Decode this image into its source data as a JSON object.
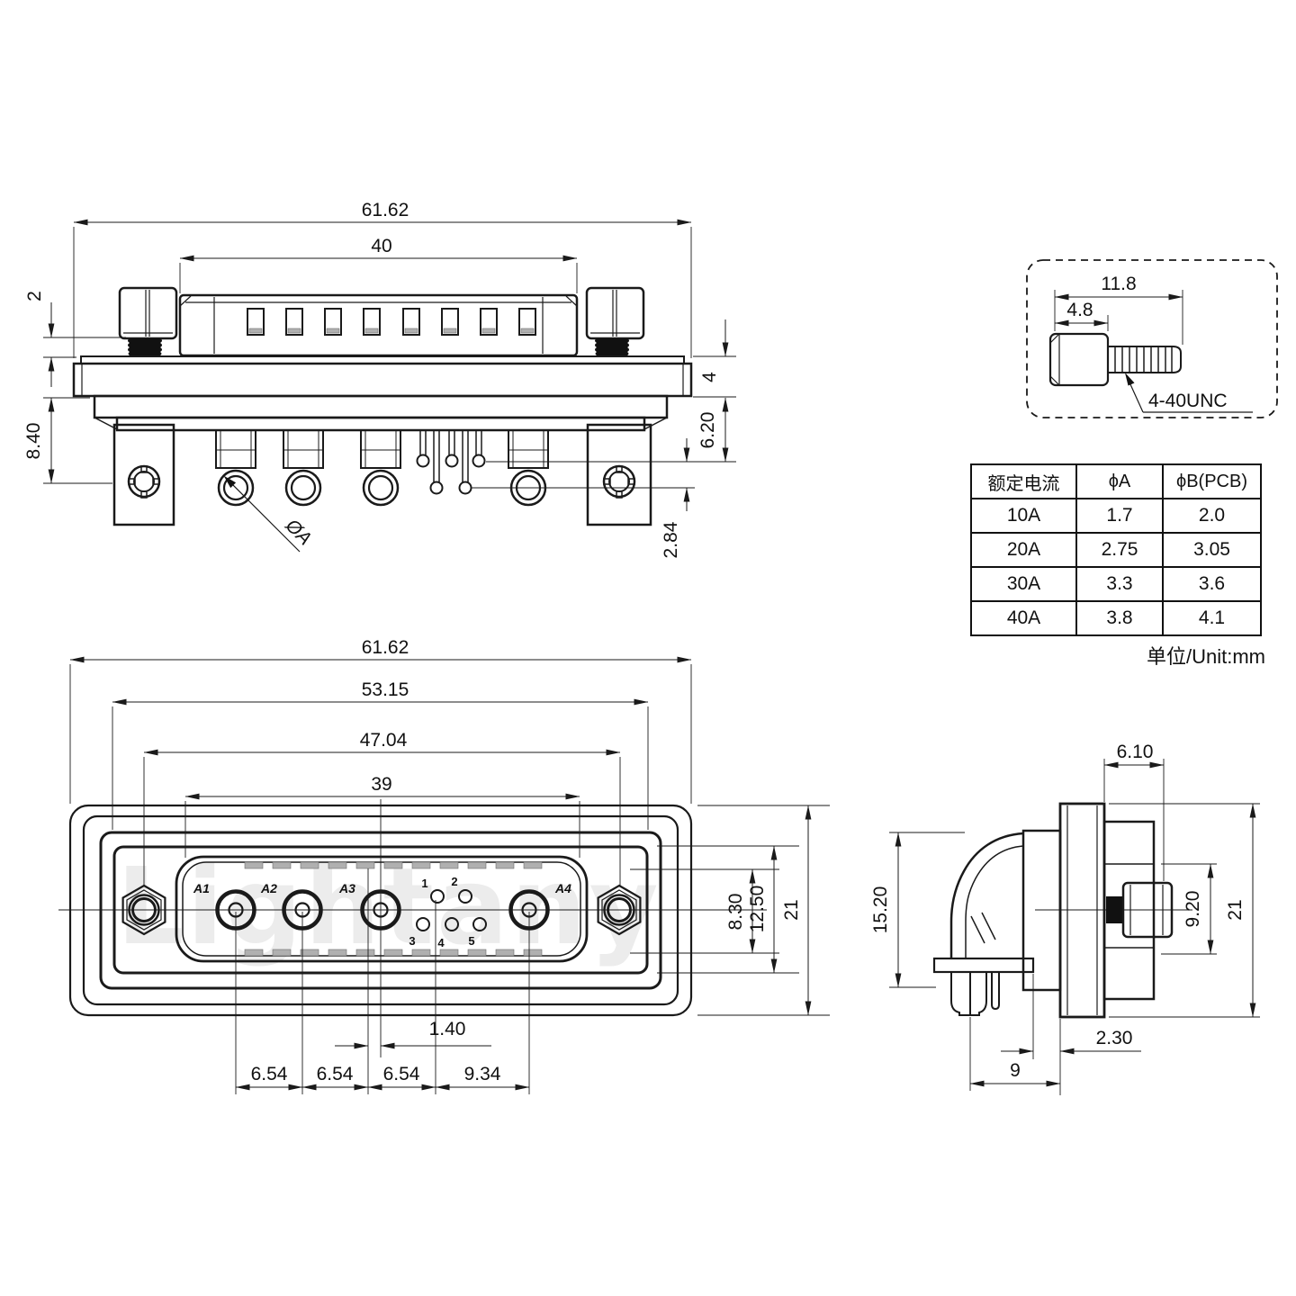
{
  "watermark": "Lightany",
  "unit_note": "单位/Unit:mm",
  "top_view": {
    "dims": {
      "overall_width": "61.62",
      "body_width": "40",
      "screw_standoff": "2",
      "bracket_depth": "8.40",
      "flange_thickness": "4",
      "tail_length": "6.20",
      "pin_row_offset": "2.84",
      "contact_diameter_label": "ØA"
    }
  },
  "screw_detail": {
    "dims": {
      "total_length": "11.8",
      "head_length": "4.8"
    },
    "thread_label": "4-40UNC"
  },
  "spec_table": {
    "headers": [
      "额定电流",
      "ϕA",
      "ϕB(PCB)"
    ],
    "rows": [
      [
        "10A",
        "1.7",
        "2.0"
      ],
      [
        "20A",
        "2.75",
        "3.05"
      ],
      [
        "30A",
        "3.3",
        "3.6"
      ],
      [
        "40A",
        "3.8",
        "4.1"
      ]
    ]
  },
  "front_view": {
    "dims": {
      "overall_width": "61.62",
      "cutout_width": "53.15",
      "mount_hole_spacing": "47.04",
      "insert_width": "39",
      "opening_height": "8.30",
      "shell_height": "12.50",
      "overall_height": "21",
      "center_offset": "1.40",
      "pitch_1": "6.54",
      "pitch_2": "6.54",
      "pitch_3": "6.54",
      "pitch_4": "9.34"
    },
    "contact_labels": [
      "A1",
      "A2",
      "A3",
      "A4"
    ],
    "pin_labels": [
      "1",
      "2",
      "3",
      "4",
      "5"
    ]
  },
  "side_view": {
    "dims": {
      "front_depth": "6.10",
      "body_height": "15.20",
      "screw_height": "9.20",
      "overall_height": "21",
      "pin_setback": "2.30",
      "mount_depth": "9"
    }
  }
}
